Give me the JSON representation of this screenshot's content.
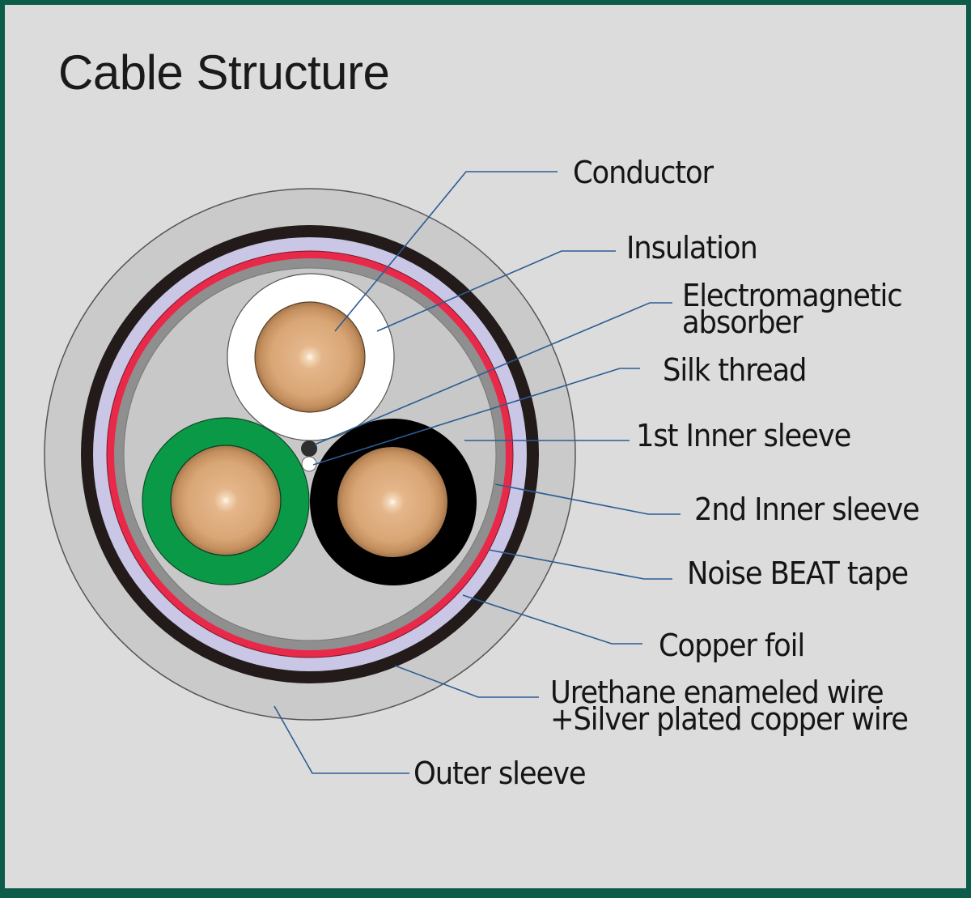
{
  "title": "Cable Structure",
  "colors": {
    "border": "#0d5c4a",
    "background": "#dcdcdc",
    "outer_sleeve": "#cacaca",
    "shield_wire": "#231a1a",
    "copper_foil": "#c9c6e6",
    "noise_beat_tape": "#e8294a",
    "second_inner_sleeve": "#8f8f8f",
    "first_inner_sleeve": "#c8c8c8",
    "insulation_white": "#ffffff",
    "insulation_green": "#0a9a47",
    "insulation_black": "#000000",
    "conductor": "#d9a878",
    "absorber": "#2e2e2e",
    "silk_thread": "#ffffff",
    "leader_line": "#2b5c94"
  },
  "labels": [
    {
      "id": "conductor",
      "lines": [
        "Conductor"
      ]
    },
    {
      "id": "insulation",
      "lines": [
        "Insulation"
      ]
    },
    {
      "id": "electromagnetic-absorber",
      "lines": [
        "Electromagnetic",
        "absorber"
      ]
    },
    {
      "id": "silk-thread",
      "lines": [
        "Silk thread"
      ]
    },
    {
      "id": "first-inner-sleeve",
      "lines": [
        "1st Inner sleeve"
      ]
    },
    {
      "id": "second-inner-sleeve",
      "lines": [
        "2nd Inner sleeve"
      ]
    },
    {
      "id": "noise-beat-tape",
      "lines": [
        "Noise BEAT tape"
      ]
    },
    {
      "id": "copper-foil",
      "lines": [
        "Copper foil"
      ]
    },
    {
      "id": "urethane-wire",
      "lines": [
        "Urethane enameled wire",
        "+Silver plated copper wire"
      ]
    },
    {
      "id": "outer-sleeve",
      "lines": [
        "Outer sleeve"
      ]
    }
  ],
  "cores": [
    {
      "id": "core-white",
      "insulation_color": "white"
    },
    {
      "id": "core-green",
      "insulation_color": "green"
    },
    {
      "id": "core-black",
      "insulation_color": "black"
    }
  ]
}
